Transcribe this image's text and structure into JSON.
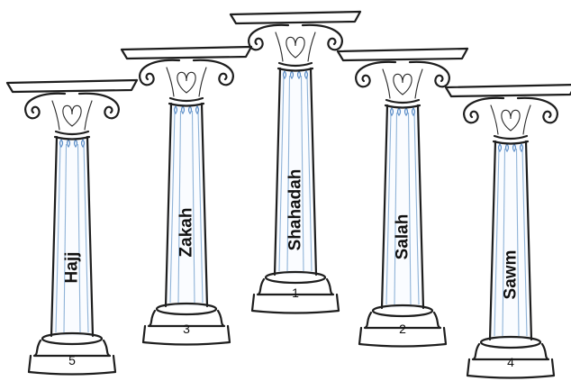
{
  "pillars": [
    {
      "id": "hajj",
      "label": "Hajj",
      "number": "5"
    },
    {
      "id": "zakah",
      "label": "Zakah",
      "number": "3"
    },
    {
      "id": "shahadah",
      "label": "Shahadah",
      "number": "1"
    },
    {
      "id": "salah",
      "label": "Salah",
      "number": "2"
    },
    {
      "id": "sawm",
      "label": "Sawm",
      "number": "4"
    }
  ],
  "colors": {
    "ink": "#1e1e1e",
    "flute": "#8fb3d8",
    "accent": "#5d8fc9"
  }
}
